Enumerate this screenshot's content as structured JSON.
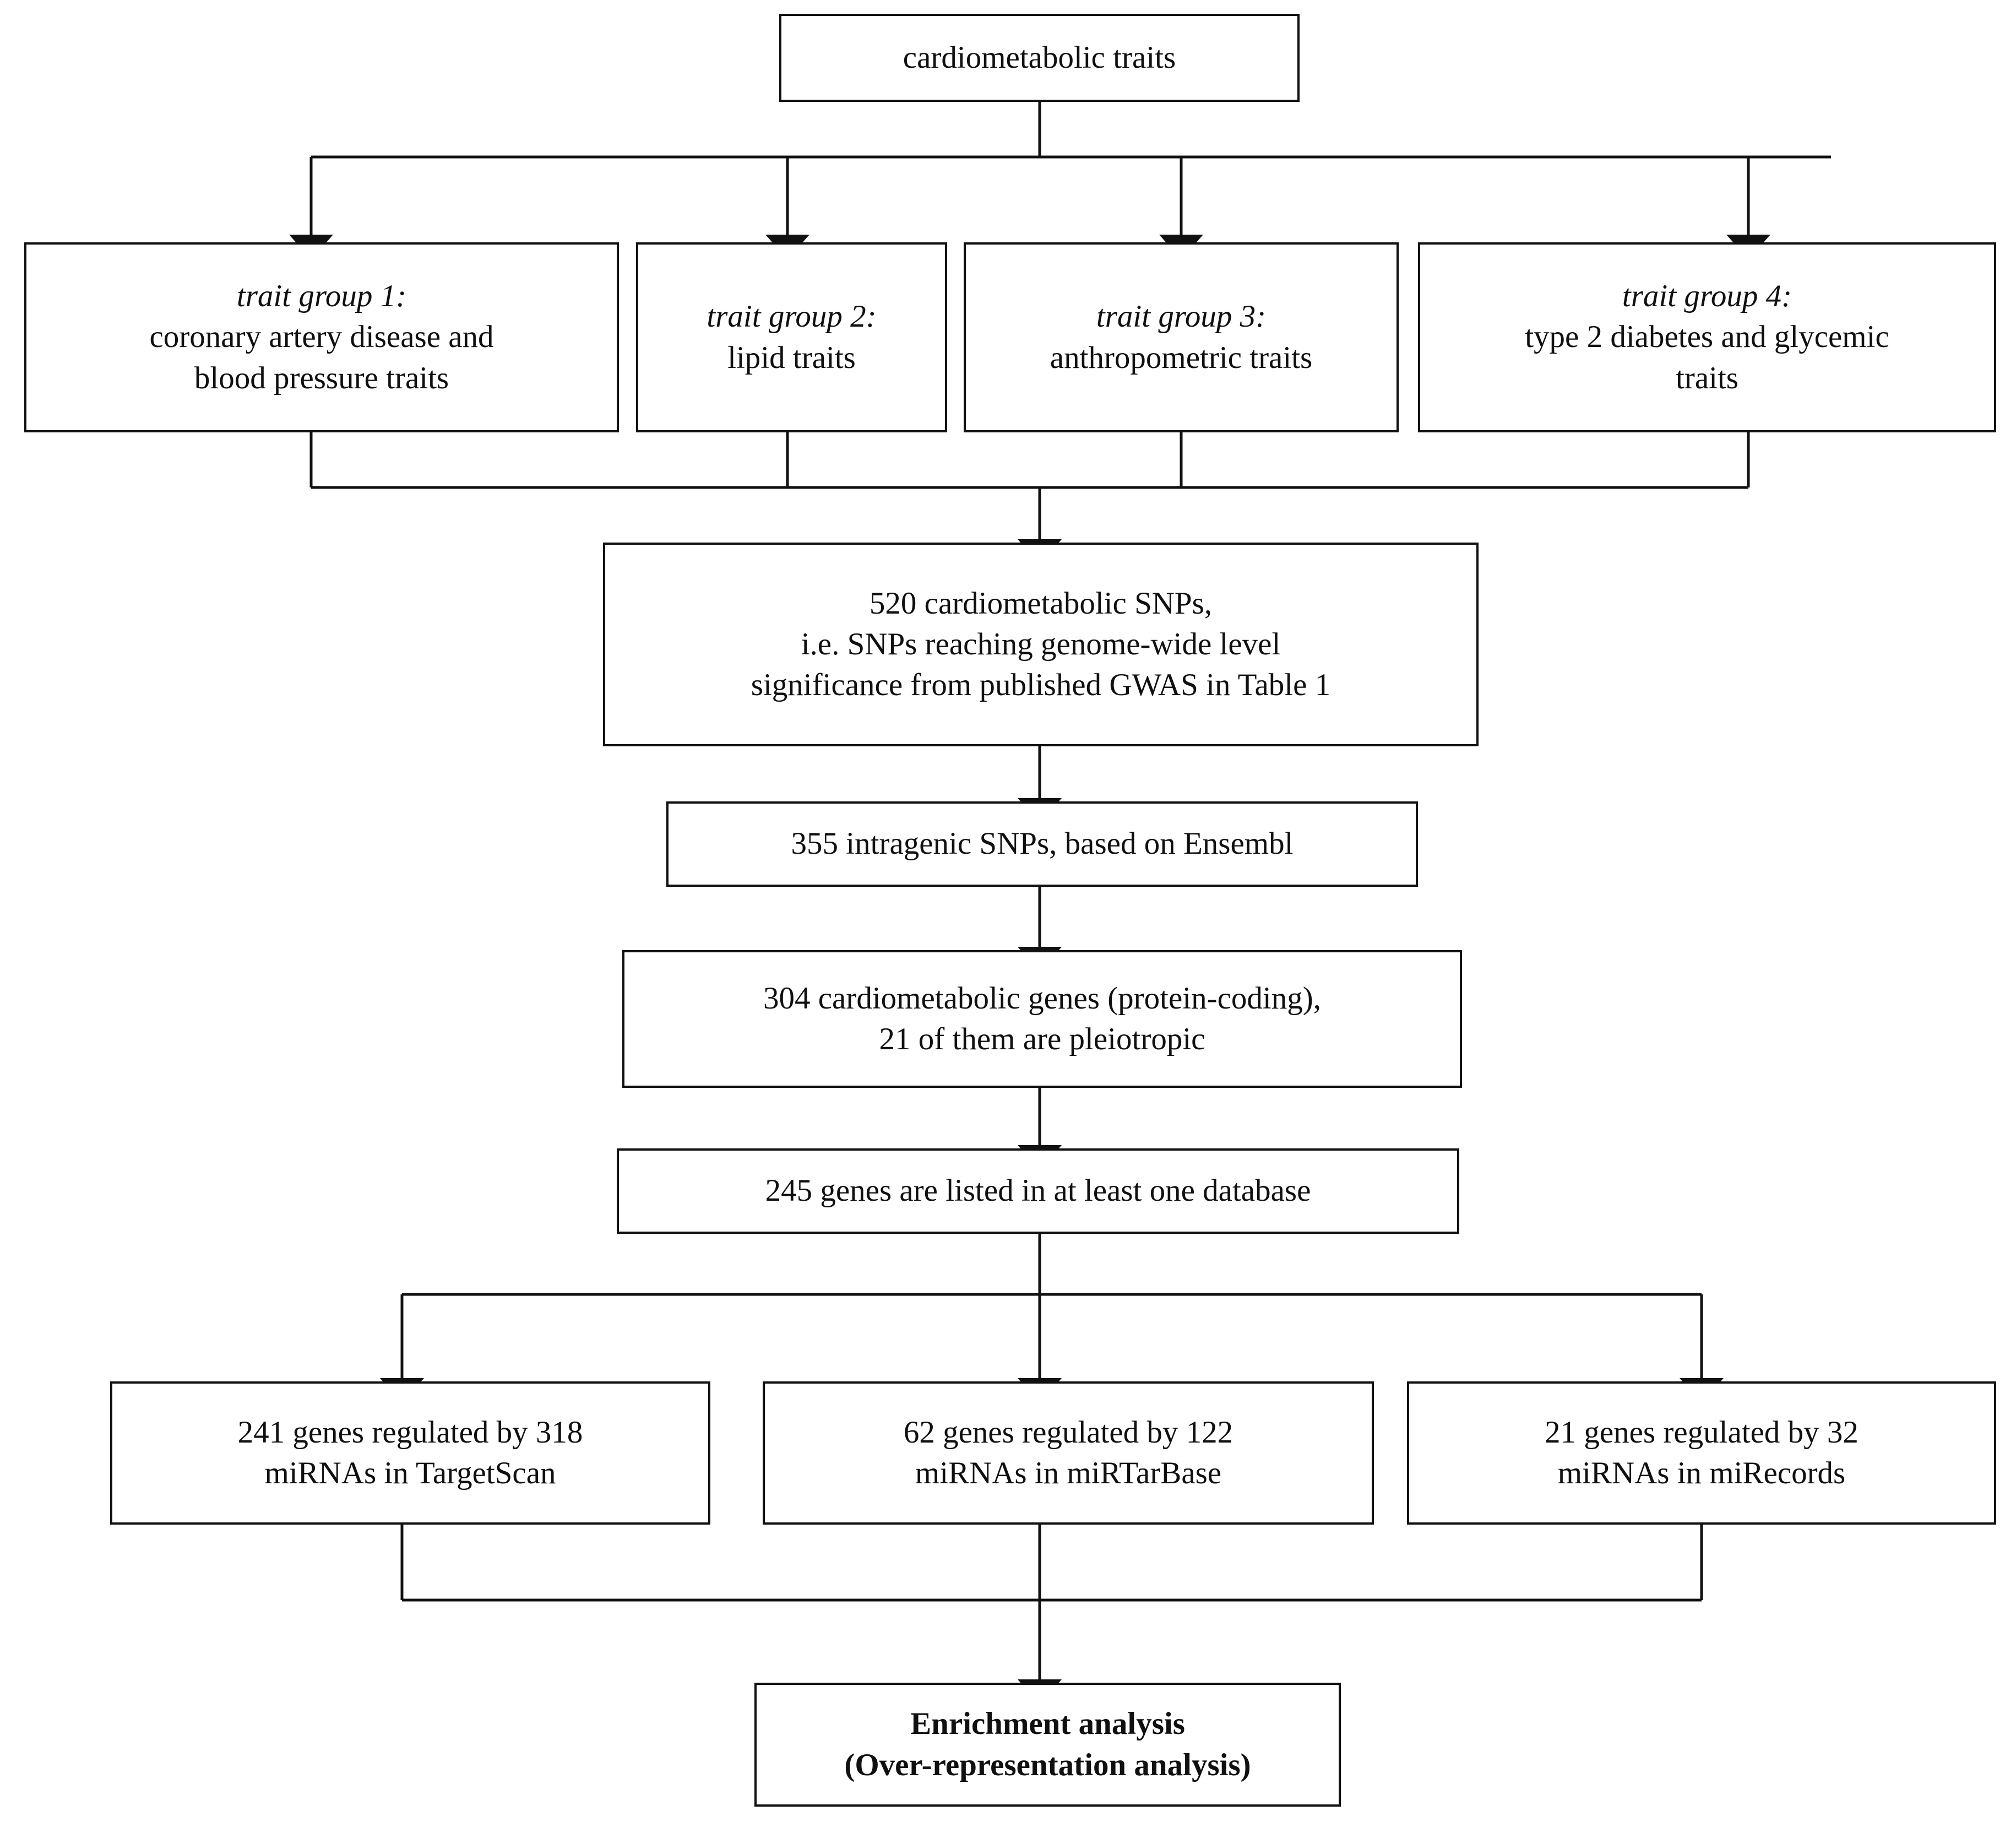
{
  "figure": {
    "type": "flowchart",
    "title": "Cardiometabolic SNP to miRNA enrichment analysis workflow",
    "orientation": "top-to-bottom",
    "background_color": "#ffffff",
    "line_color": "#111111",
    "text_color": "#101010"
  },
  "nodes": {
    "root": {
      "label": "cardiometabolic traits"
    },
    "group1": {
      "header": "trait group 1:",
      "line1": "coronary artery disease and",
      "line2": "blood pressure traits"
    },
    "group2": {
      "header": "trait group 2:",
      "line1": "lipid traits"
    },
    "group3": {
      "header": "trait group 3:",
      "line1": "anthropometric traits"
    },
    "group4": {
      "header": "trait group 4:",
      "line1": "type 2 diabetes and glycemic",
      "line2": "traits"
    },
    "snps520": {
      "line1": "520 cardiometabolic SNPs,",
      "line2": "i.e. SNPs reaching genome-wide level",
      "line3": "significance from published GWAS in Table 1"
    },
    "snps355": {
      "line1": "355 intragenic SNPs, based on Ensembl"
    },
    "genes304": {
      "line1": "304 cardiometabolic genes (protein-coding),",
      "line2": "21 of them are pleiotropic"
    },
    "genes245": {
      "line1": "245 genes are listed in at least one database"
    },
    "targetscan": {
      "line1": "241 genes regulated by 318",
      "line2": "miRNAs in TargetScan"
    },
    "mirtarbase": {
      "line1": "62 genes regulated by 122",
      "line2": "miRNAs in miRTarBase"
    },
    "mirecords": {
      "line1": "21 genes regulated by 32",
      "line2": "miRNAs in miRecords"
    },
    "enrichment": {
      "line1": "Enrichment analysis",
      "line2": "(Over-representation analysis)"
    }
  }
}
